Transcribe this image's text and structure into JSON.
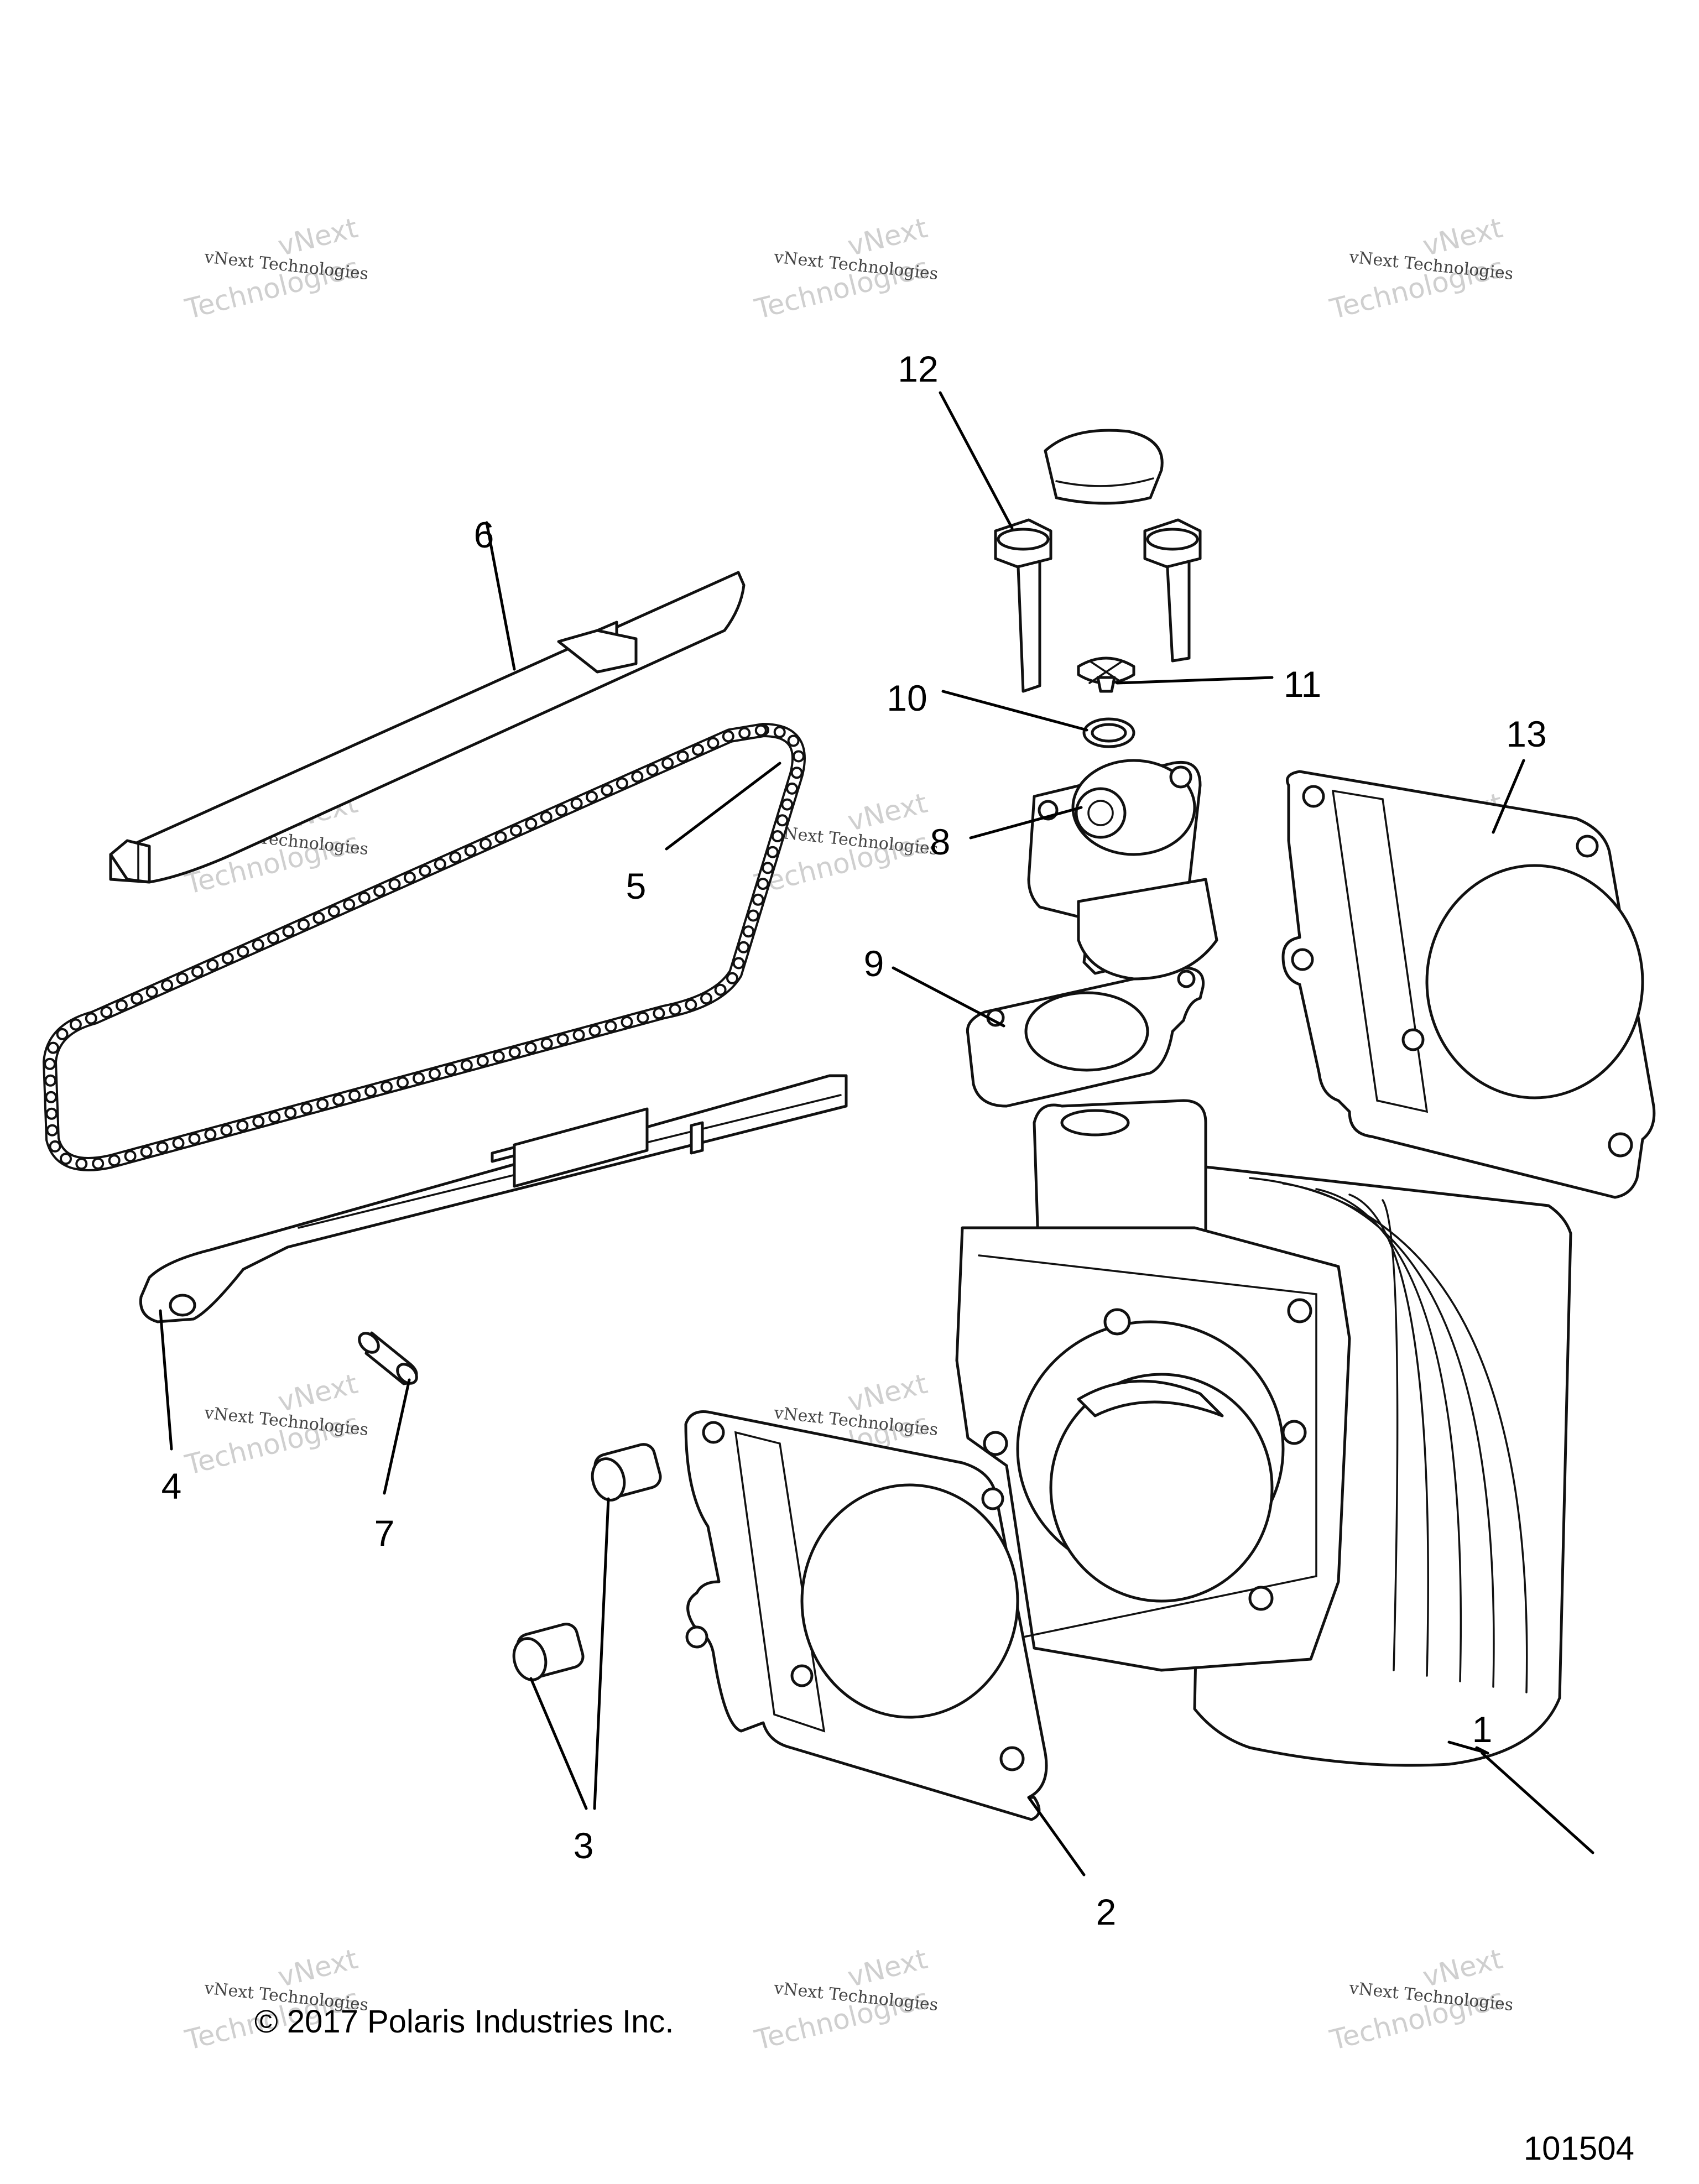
{
  "callouts": [
    {
      "id": "1",
      "label": "1"
    },
    {
      "id": "2",
      "label": "2"
    },
    {
      "id": "3",
      "label": "3"
    },
    {
      "id": "4",
      "label": "4"
    },
    {
      "id": "5",
      "label": "5"
    },
    {
      "id": "6",
      "label": "6"
    },
    {
      "id": "7",
      "label": "7"
    },
    {
      "id": "8",
      "label": "8"
    },
    {
      "id": "9",
      "label": "9"
    },
    {
      "id": "10",
      "label": "10"
    },
    {
      "id": "11",
      "label": "11"
    },
    {
      "id": "12",
      "label": "12"
    },
    {
      "id": "13",
      "label": "13"
    }
  ],
  "watermark": {
    "line1": "vNext Technologies",
    "line2a": "vNext",
    "line2b": "Technologies"
  },
  "copyright": "© 2017 Polaris Industries Inc.",
  "diagram_number": "101504",
  "colors": {
    "line": "#111111",
    "background": "#ffffff",
    "watermark": "#cfcfcf"
  }
}
